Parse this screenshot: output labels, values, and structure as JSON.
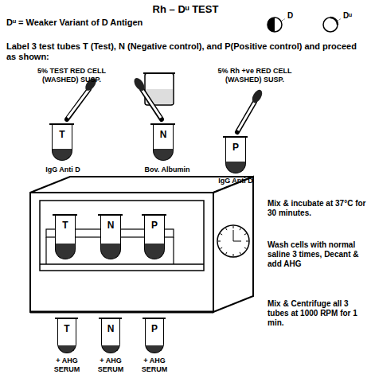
{
  "diagram": {
    "title": "Rh – Dᵘ TEST",
    "nodes": [
      {
        "text": [
          "T"
        ]
      },
      {
        "text": [
          "N"
        ]
      },
      {
        "text": [
          "P"
        ]
      },
      {
        "text": [
          "T"
        ]
      },
      {
        "text": [
          "N"
        ]
      },
      {
        "text": [
          "P"
        ]
      },
      {
        "text": [
          "T"
        ]
      },
      {
        "text": [
          "N"
        ]
      },
      {
        "text": [
          "P"
        ]
      }
    ],
    "labels": [
      "Dᵘ = Weaker Variant of D Antigen",
      "D",
      "Dᵘ",
      "Label 3 test tubes T (Test), N (Negative control), and P(Positive control) and proceed as shown:",
      "5% TEST RED CELL (WASHED) SUSP.",
      "5% Rh +ve RED CELL (WASHED) SUSP.",
      "IgG Anti D",
      "Bov. Albumin",
      "IgG Anti D",
      "Mix & incubate at 37°C for 30 minutes.",
      "Wash cells with normal saline 3 times, Decant & add AHG",
      "Mix & Centrifuge all 3 tubes at 1000 RPM for 1 min.",
      "+ AHG SERUM",
      "+ AHG SERUM",
      "+ AHG SERUM"
    ]
  }
}
